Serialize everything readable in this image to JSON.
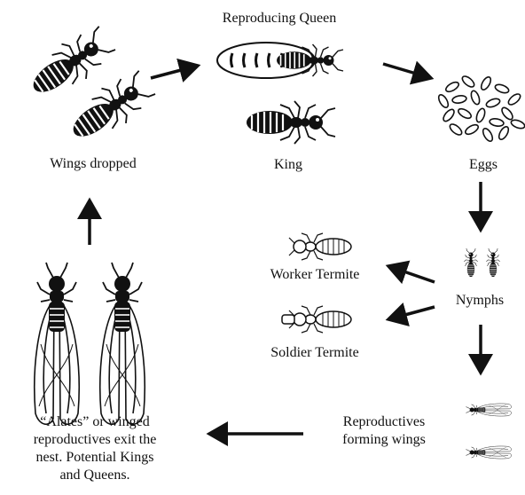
{
  "labels": {
    "queen": "Reproducing Queen",
    "wings_dropped": "Wings dropped",
    "king": "King",
    "eggs": "Eggs",
    "worker": "Worker Termite",
    "soldier": "Soldier Termite",
    "nymphs": "Nymphs",
    "reproductives": [
      "Reproductives",
      "forming wings"
    ],
    "alates": [
      "“Alates” or winged",
      "reproductives exit the",
      "nest. Potential Kings",
      "and Queens."
    ]
  },
  "colors": {
    "ink": "#111111",
    "background": "#ffffff"
  },
  "icons": [
    "termite-icon",
    "queen-termite-icon",
    "king-termite-icon",
    "egg-cluster-icon",
    "nymph-icon",
    "winged-termite-icon",
    "arrow-icon"
  ]
}
